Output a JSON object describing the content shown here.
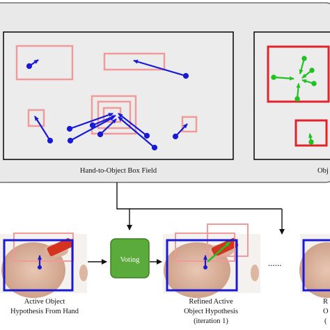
{
  "top_panel": {
    "field_caption": "Hand-to-Object Box Field",
    "right_caption_fragment": "Obj"
  },
  "bottom_row": {
    "step1_caption": [
      "Active Object",
      "Hypothesis From Hand"
    ],
    "voting_label": "Voting",
    "step2_caption": [
      "Refined Active",
      "Object Hypothesis",
      "(iteration 1)"
    ],
    "ellipsis": "......",
    "step3_caption_fragment": [
      "R",
      "O",
      "("
    ]
  },
  "colors": {
    "panel_bg": "#e8e8e8",
    "box_pink": "#f09a9a",
    "box_red": "#e0242a",
    "arrow_blue": "#1a1ad6",
    "arrow_green": "#1fc21f",
    "voting_fill": "#5aaa3c",
    "voting_stroke": "#3d7f22"
  }
}
